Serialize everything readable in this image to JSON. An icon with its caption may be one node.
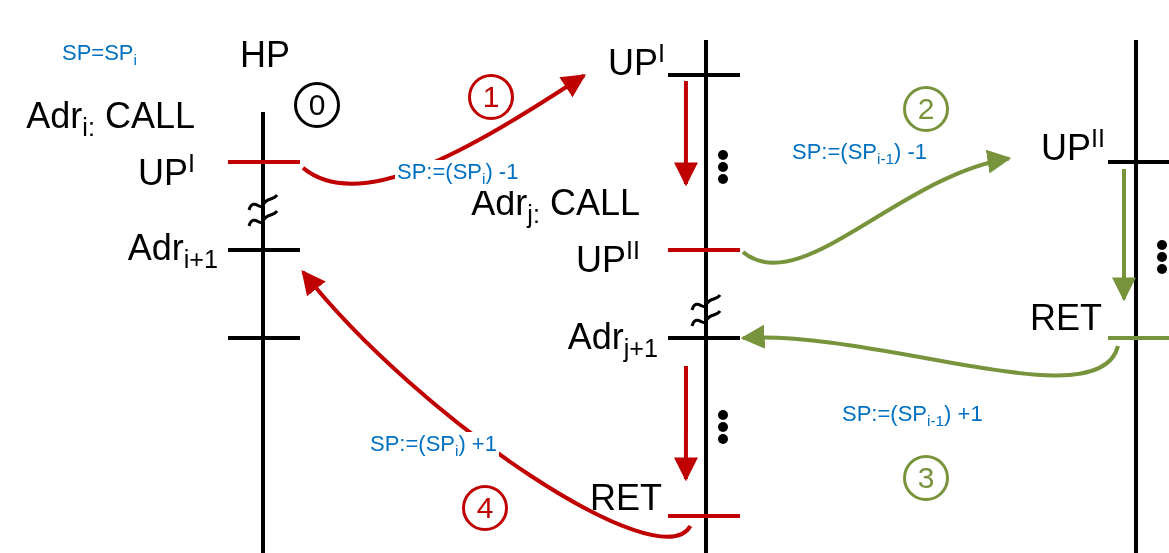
{
  "diagram": {
    "nodes": [
      {
        "text": [
          "Adr$_{i:}$ CALL UP$^{I}$"
        ]
      },
      {
        "text": [
          "Adr$_{i+1}$"
        ]
      },
      {
        "text": [
          "UP$^{I}$"
        ]
      },
      {
        "text": [
          "Adr$_{j:}$ CALL UP$^{II}$"
        ]
      },
      {
        "text": [
          "Adr$_{j+1}$"
        ]
      },
      {
        "text": [
          "RET"
        ]
      },
      {
        "text": [
          "UP$^{II}$"
        ]
      },
      {
        "text": [
          "RET"
        ]
      }
    ],
    "edges": [
      {
        "from": 0,
        "to": 2,
        "arrow": "to",
        "label": "SP:=(SP$_{i}$) -1"
      },
      {
        "from": 2,
        "to": 3,
        "arrow": "to"
      },
      {
        "from": 3,
        "to": 6,
        "arrow": "to",
        "label": "SP:=(SP$_{i-1}$) -1",
        "color": "#77933c"
      },
      {
        "from": 6,
        "to": 7,
        "arrow": "to",
        "color": "#77933c"
      },
      {
        "from": 7,
        "to": 4,
        "arrow": "to",
        "label": "SP:=(SP$_{i-1}$) +1",
        "color": "#77933c"
      },
      {
        "from": 4,
        "to": 5,
        "arrow": "to"
      },
      {
        "from": 5,
        "to": 1,
        "arrow": "to",
        "label": "SP:=(SP$_{i}$) +1"
      }
    ],
    "labels": [
      "SP=SP$_{i}$",
      "HP",
      "0",
      "1",
      "2",
      "3",
      "4"
    ]
  }
}
